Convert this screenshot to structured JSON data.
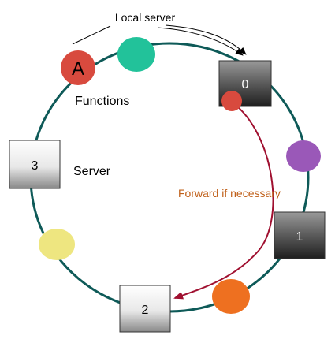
{
  "labels": {
    "local_server": "Local server",
    "functions": "Functions",
    "server": "Server",
    "forward": "Forward if necessary"
  },
  "nodes": {
    "function_a": "A",
    "server_0": "0",
    "server_1": "1",
    "server_2": "2",
    "server_3": "3"
  },
  "colors": {
    "ring": "#0e5a58",
    "arrow": "#a01030",
    "forward_text": "#c0601a",
    "red_node": "#d84a3e",
    "teal_node": "#22c29a",
    "purple_node": "#9a58b8",
    "orange_node": "#ee7020",
    "yellow_node": "#eee680"
  }
}
